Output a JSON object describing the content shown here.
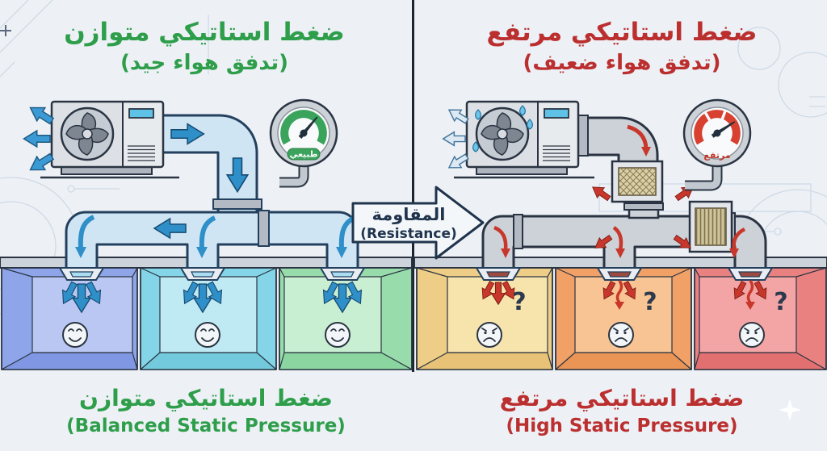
{
  "header_left": {
    "line1": "ضغط استاتيكي متوازن",
    "line2": "(تدفق هواء جيد)"
  },
  "header_right": {
    "line1": "ضغط استاتيكي مرتفع",
    "line2": "(تدفق هواء ضعيف)"
  },
  "resistance": {
    "ar": "المقاومة",
    "en": "(Resistance)"
  },
  "gauge_left": {
    "label": "طبيعي"
  },
  "gauge_right": {
    "label": "مرتفع"
  },
  "marks": {
    "q": "?"
  },
  "footer_left": {
    "line1": "ضغط استاتيكي متوازن",
    "line2": "(Balanced Static Pressure)"
  },
  "footer_right": {
    "line1": "ضغط استاتيكي مرتفع",
    "line2": "(High Static Pressure)"
  },
  "colors": {
    "green": "#2e9e4b",
    "red": "#bb2f2f",
    "navy": "#20344d",
    "arrow_blue": "#2f8fc8",
    "arrow_red": "#c8372b",
    "duct_blue": "#cfe5f4",
    "duct_gray": "#cdd2d9",
    "gauge_green": "#3aa35c",
    "gauge_red": "#d8402f"
  }
}
